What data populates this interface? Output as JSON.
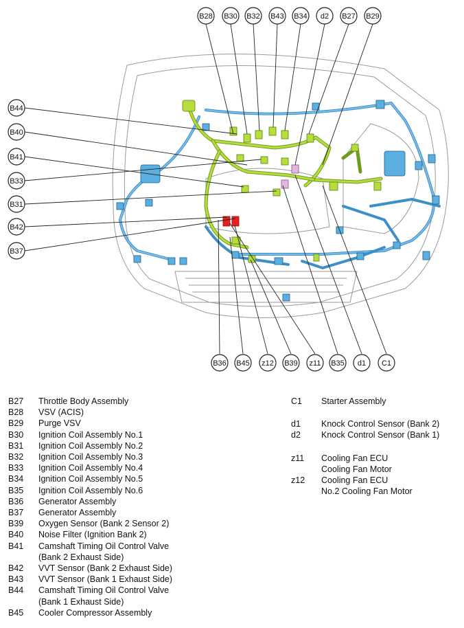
{
  "callouts": {
    "top": [
      "B28",
      "B30",
      "B32",
      "B43",
      "B34",
      "d2",
      "B27",
      "B29"
    ],
    "left": [
      "B44",
      "B40",
      "B41",
      "B33",
      "B31",
      "B42",
      "B37"
    ],
    "bottom": [
      "B36",
      "B45",
      "z12",
      "B39",
      "z11",
      "B35",
      "d1",
      "C1"
    ]
  },
  "legend_left": [
    {
      "code": "B27",
      "desc": "Throttle Body Assembly"
    },
    {
      "code": "B28",
      "desc": "VSV (ACIS)"
    },
    {
      "code": "B29",
      "desc": "Purge VSV"
    },
    {
      "code": "B30",
      "desc": "Ignition Coil Assembly No.1"
    },
    {
      "code": "B31",
      "desc": "Ignition Coil Assembly No.2"
    },
    {
      "code": "B32",
      "desc": "Ignition Coil Assembly No.3"
    },
    {
      "code": "B33",
      "desc": "Ignition Coil Assembly No.4"
    },
    {
      "code": "B34",
      "desc": "Ignition Coil Assembly No.5"
    },
    {
      "code": "B35",
      "desc": "Ignition Coil Assembly No.6"
    },
    {
      "code": "B36",
      "desc": "Generator Assembly"
    },
    {
      "code": "B37",
      "desc": "Generator Assembly"
    },
    {
      "code": "B39",
      "desc": "Oxygen Sensor (Bank 2 Sensor 2)"
    },
    {
      "code": "B40",
      "desc": "Noise Filter (Ignition Bank 2)"
    },
    {
      "code": "B41",
      "desc": "Camshaft Timing Oil Control Valve\n(Bank 2 Exhaust Side)"
    },
    {
      "code": "B42",
      "desc": "VVT Sensor (Bank 2 Exhaust Side)"
    },
    {
      "code": "B43",
      "desc": "VVT Sensor (Bank 1 Exhaust Side)"
    },
    {
      "code": "B44",
      "desc": "Camshaft Timing Oil Control Valve\n(Bank 1 Exhaust Side)"
    },
    {
      "code": "B45",
      "desc": "Cooler Compressor Assembly"
    }
  ],
  "legend_right": [
    {
      "code": "C1",
      "desc": "Starter Assembly"
    },
    {
      "code": "",
      "desc": ""
    },
    {
      "code": "d1",
      "desc": "Knock Control Sensor (Bank 2)"
    },
    {
      "code": "d2",
      "desc": "Knock Control Sensor (Bank 1)"
    },
    {
      "code": "",
      "desc": ""
    },
    {
      "code": "z11",
      "desc": "Cooling Fan ECU\nCooling Fan Motor"
    },
    {
      "code": "z12",
      "desc": "Cooling Fan ECU\nNo.2 Cooling Fan Motor"
    }
  ],
  "colors": {
    "engine_harness": "#b6dd3a",
    "body_harness": "#5aaee0",
    "highlight": "#e52020",
    "sensor": "#e3b6de"
  }
}
